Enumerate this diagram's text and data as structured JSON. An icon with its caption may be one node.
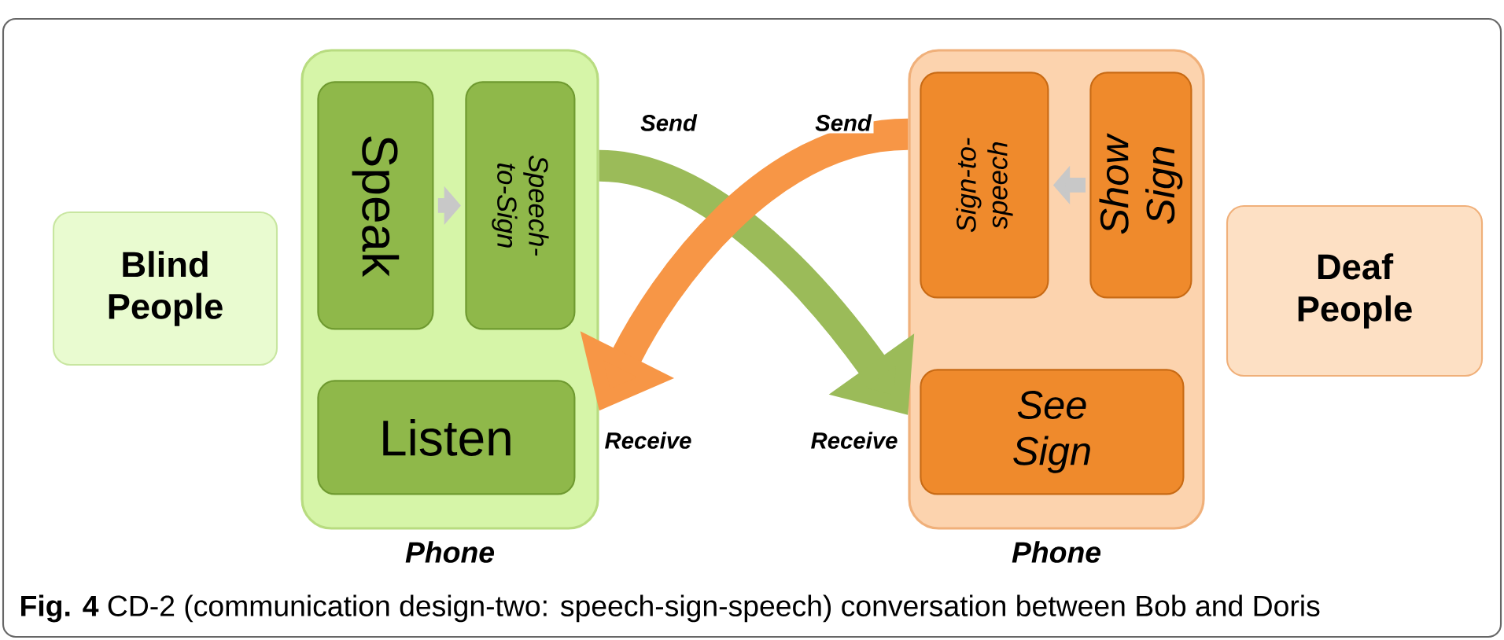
{
  "diagram": {
    "caption": "**Fig. 4** CD-2 (communication design-two: speech-sign-speech) conversation between Bob and Doris",
    "nodes": [
      {
        "text": [
          "Blind People"
        ]
      },
      {
        "text": [
          "Phone"
        ]
      },
      {
        "text": [
          "Speak"
        ],
        "in": 1
      },
      {
        "text": [
          "Speech-to-Sign"
        ],
        "in": 1
      },
      {
        "text": [
          "Listen"
        ],
        "in": 1
      },
      {
        "text": [
          "Phone"
        ]
      },
      {
        "text": [
          "Sign-to-speech"
        ],
        "in": 5
      },
      {
        "text": [
          "Show Sign"
        ],
        "in": 5
      },
      {
        "text": [
          "See Sign"
        ],
        "in": 5
      },
      {
        "text": [
          "Deaf People"
        ]
      }
    ],
    "edges": [
      {
        "from": 2,
        "to": 3,
        "arrow": "to"
      },
      {
        "from": 7,
        "to": 6,
        "arrow": "to"
      },
      {
        "from": 1,
        "to": 5,
        "arrow": "to",
        "label": "Send",
        "style": "thick",
        "color": "#9bbb59"
      },
      {
        "from": 5,
        "to": 1,
        "arrow": "to",
        "label": "Send",
        "style": "thick",
        "color": "#f79646"
      }
    ],
    "labels": [
      "Receive",
      "Receive"
    ]
  }
}
